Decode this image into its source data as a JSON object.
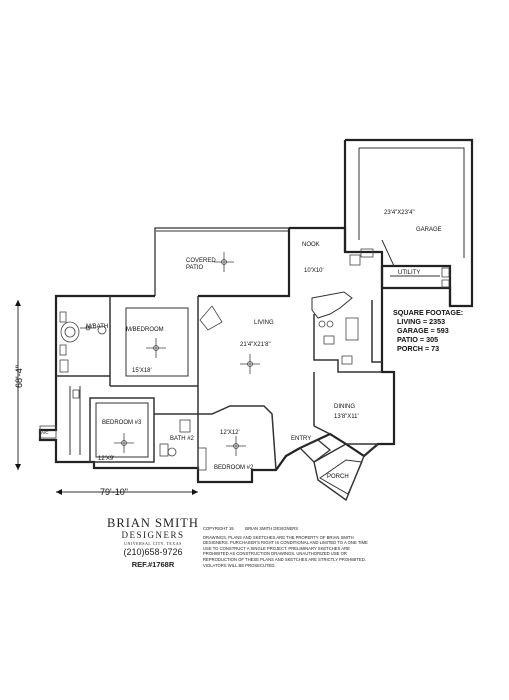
{
  "rooms": {
    "covered_patio": "COVERED\nPATIO",
    "nook": "NOOK",
    "nook_dim": "10'X10'",
    "garage_dim": "23'4\"X23'4\"",
    "garage": "GARAGE",
    "utility": "UTILITY",
    "m_bath": "M/BATH",
    "m_bedroom": "M/BEDROOM",
    "m_bedroom_dim": "15'X18'",
    "living": "LIVING",
    "living_dim": "21'4\"X21'8\"",
    "bedroom3": "BEDROOM #3",
    "bedroom3_dim": "12'X9'",
    "bath2": "BATH #2",
    "bedroom2_dim": "12'X12'",
    "bedroom2": "BEDROOM #2",
    "entry": "ENTRY",
    "dining": "DINING",
    "dining_dim": "13'8\"X11'",
    "porch": "PORCH",
    "ac": "A/C"
  },
  "dimensions": {
    "depth": "68'-4\"",
    "width": "79'-10\""
  },
  "square_footage": {
    "heading": "SQUARE FOOTAGE:",
    "living": "LIVING = 2353",
    "garage": "GARAGE = 593",
    "patio": "PATIO = 305",
    "porch": "PORCH = 73"
  },
  "designer": {
    "name": "BRIAN SMITH",
    "sub": "DESIGNERS",
    "location": "UNIVERSAL CITY, TEXAS",
    "phone": "(210)658-9726",
    "ref": "REF.#1768R"
  },
  "notes": {
    "copyright": "COPYRIGHT 19          BRIAN SMITH DESIGNERS",
    "text": "DRAWINGS, PLANS AND SKETCHES ARE THE PROPERTY OF BRIAN SMITH DESIGNERS.  PURCHASER'S RIGHT IS CONDITIONAL AND LIMITED TO A ONE TIME USE TO CONSTRUCT A SINGLE PROJECT.  PRELIMINARY SKETCHES ARE PROHIBITED AS CONSTRUCTION DRAWINGS.  UNAUTHORIZED USE OR REPRODUCTION OF THESE PLANS AND SKETCHES ARE STRICTLY PROHIBITED.  VIOLATORS WILL BE PROSECUTED."
  }
}
